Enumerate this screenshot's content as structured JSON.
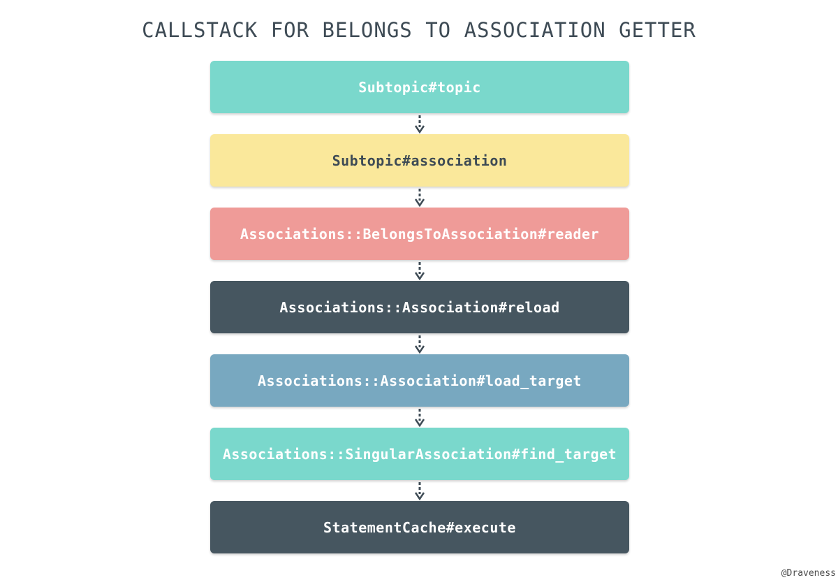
{
  "title": "CALLSTACK FOR BELONGS TO ASSOCIATION GETTER",
  "credit": "@Draveness",
  "colors": {
    "teal": "#7ad8cc",
    "yellow": "#fae89b",
    "salmon": "#ef9b98",
    "slate": "#465660",
    "steel": "#78a8c0",
    "title_text": "#3e4b55",
    "arrow": "#3e4b55"
  },
  "steps": [
    {
      "label": "Subtopic#topic",
      "bg": "#7ad8cc",
      "fg": "#ffffff"
    },
    {
      "label": "Subtopic#association",
      "bg": "#fae89b",
      "fg": "#3e4b55"
    },
    {
      "label": "Associations::BelongsToAssociation#reader",
      "bg": "#ef9b98",
      "fg": "#ffffff"
    },
    {
      "label": "Associations::Association#reload",
      "bg": "#465660",
      "fg": "#ffffff"
    },
    {
      "label": "Associations::Association#load_target",
      "bg": "#78a8c0",
      "fg": "#ffffff"
    },
    {
      "label": "Associations::SingularAssociation#find_target",
      "bg": "#7ad8cc",
      "fg": "#ffffff"
    },
    {
      "label": "StatementCache#execute",
      "bg": "#465660",
      "fg": "#ffffff"
    }
  ]
}
